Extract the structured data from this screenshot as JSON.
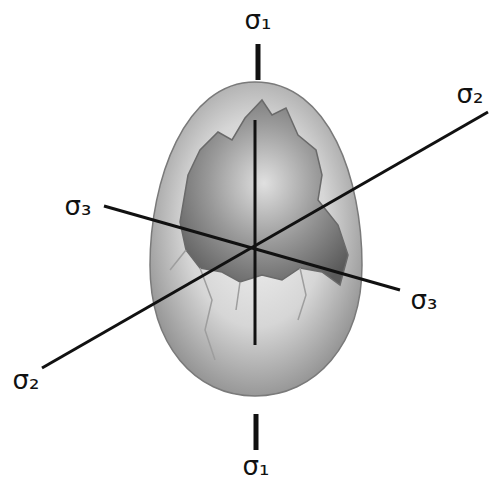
{
  "diagram": {
    "labels": [
      "σ₁",
      "σ₂",
      "σ₃",
      "σ₃",
      "σ₂",
      "σ₁"
    ]
  }
}
